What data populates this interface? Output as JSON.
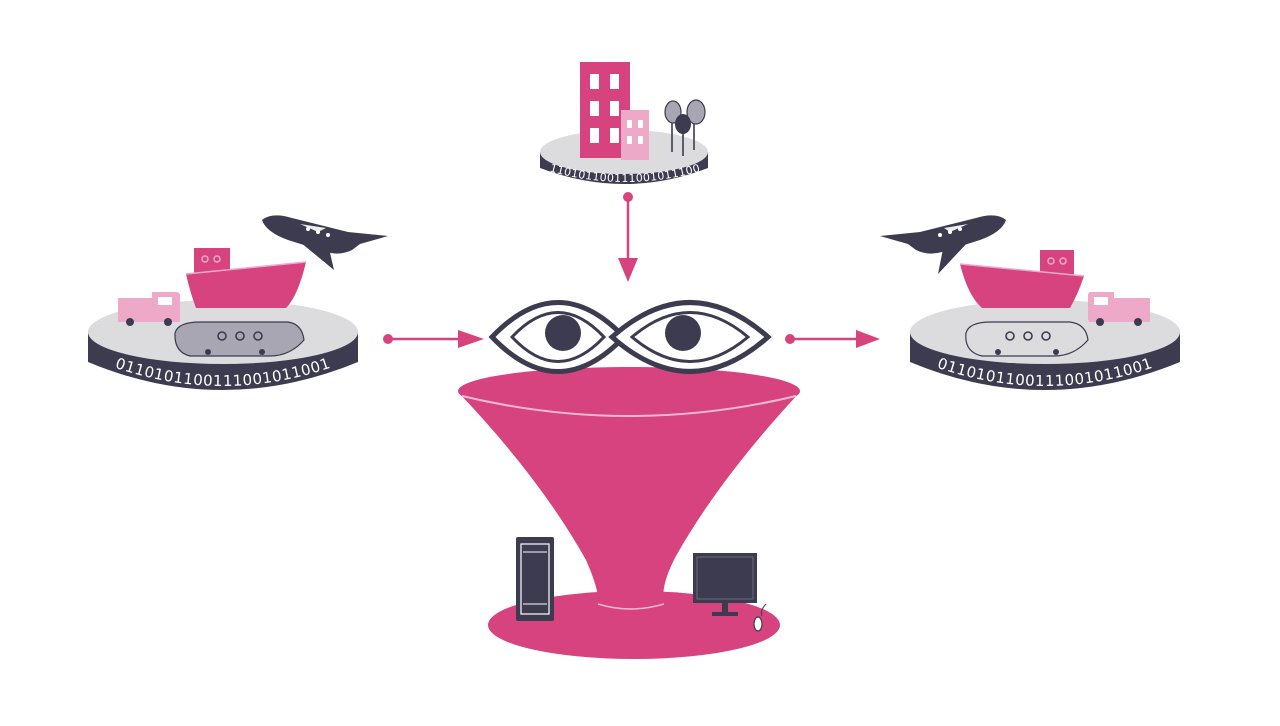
{
  "colors": {
    "pink": "#d6437e",
    "pink_light": "#eea9c8",
    "navy": "#3d3b4f",
    "gray_light": "#dcdcdf",
    "gray_mid": "#a9a6b3",
    "white": "#ffffff"
  },
  "platforms": {
    "left": {
      "binary": "0110101100111001011001"
    },
    "top": {
      "binary": "110101100111001011100"
    },
    "right": {
      "binary": "0110101100111001011001"
    }
  },
  "icons": [
    "airplane-icon",
    "ship-icon",
    "truck-icon",
    "train-icon",
    "building-icon",
    "tree-icon",
    "eyes-icon",
    "funnel-icon",
    "server-tower-icon",
    "monitor-icon",
    "mouse-icon",
    "arrow-icon"
  ]
}
